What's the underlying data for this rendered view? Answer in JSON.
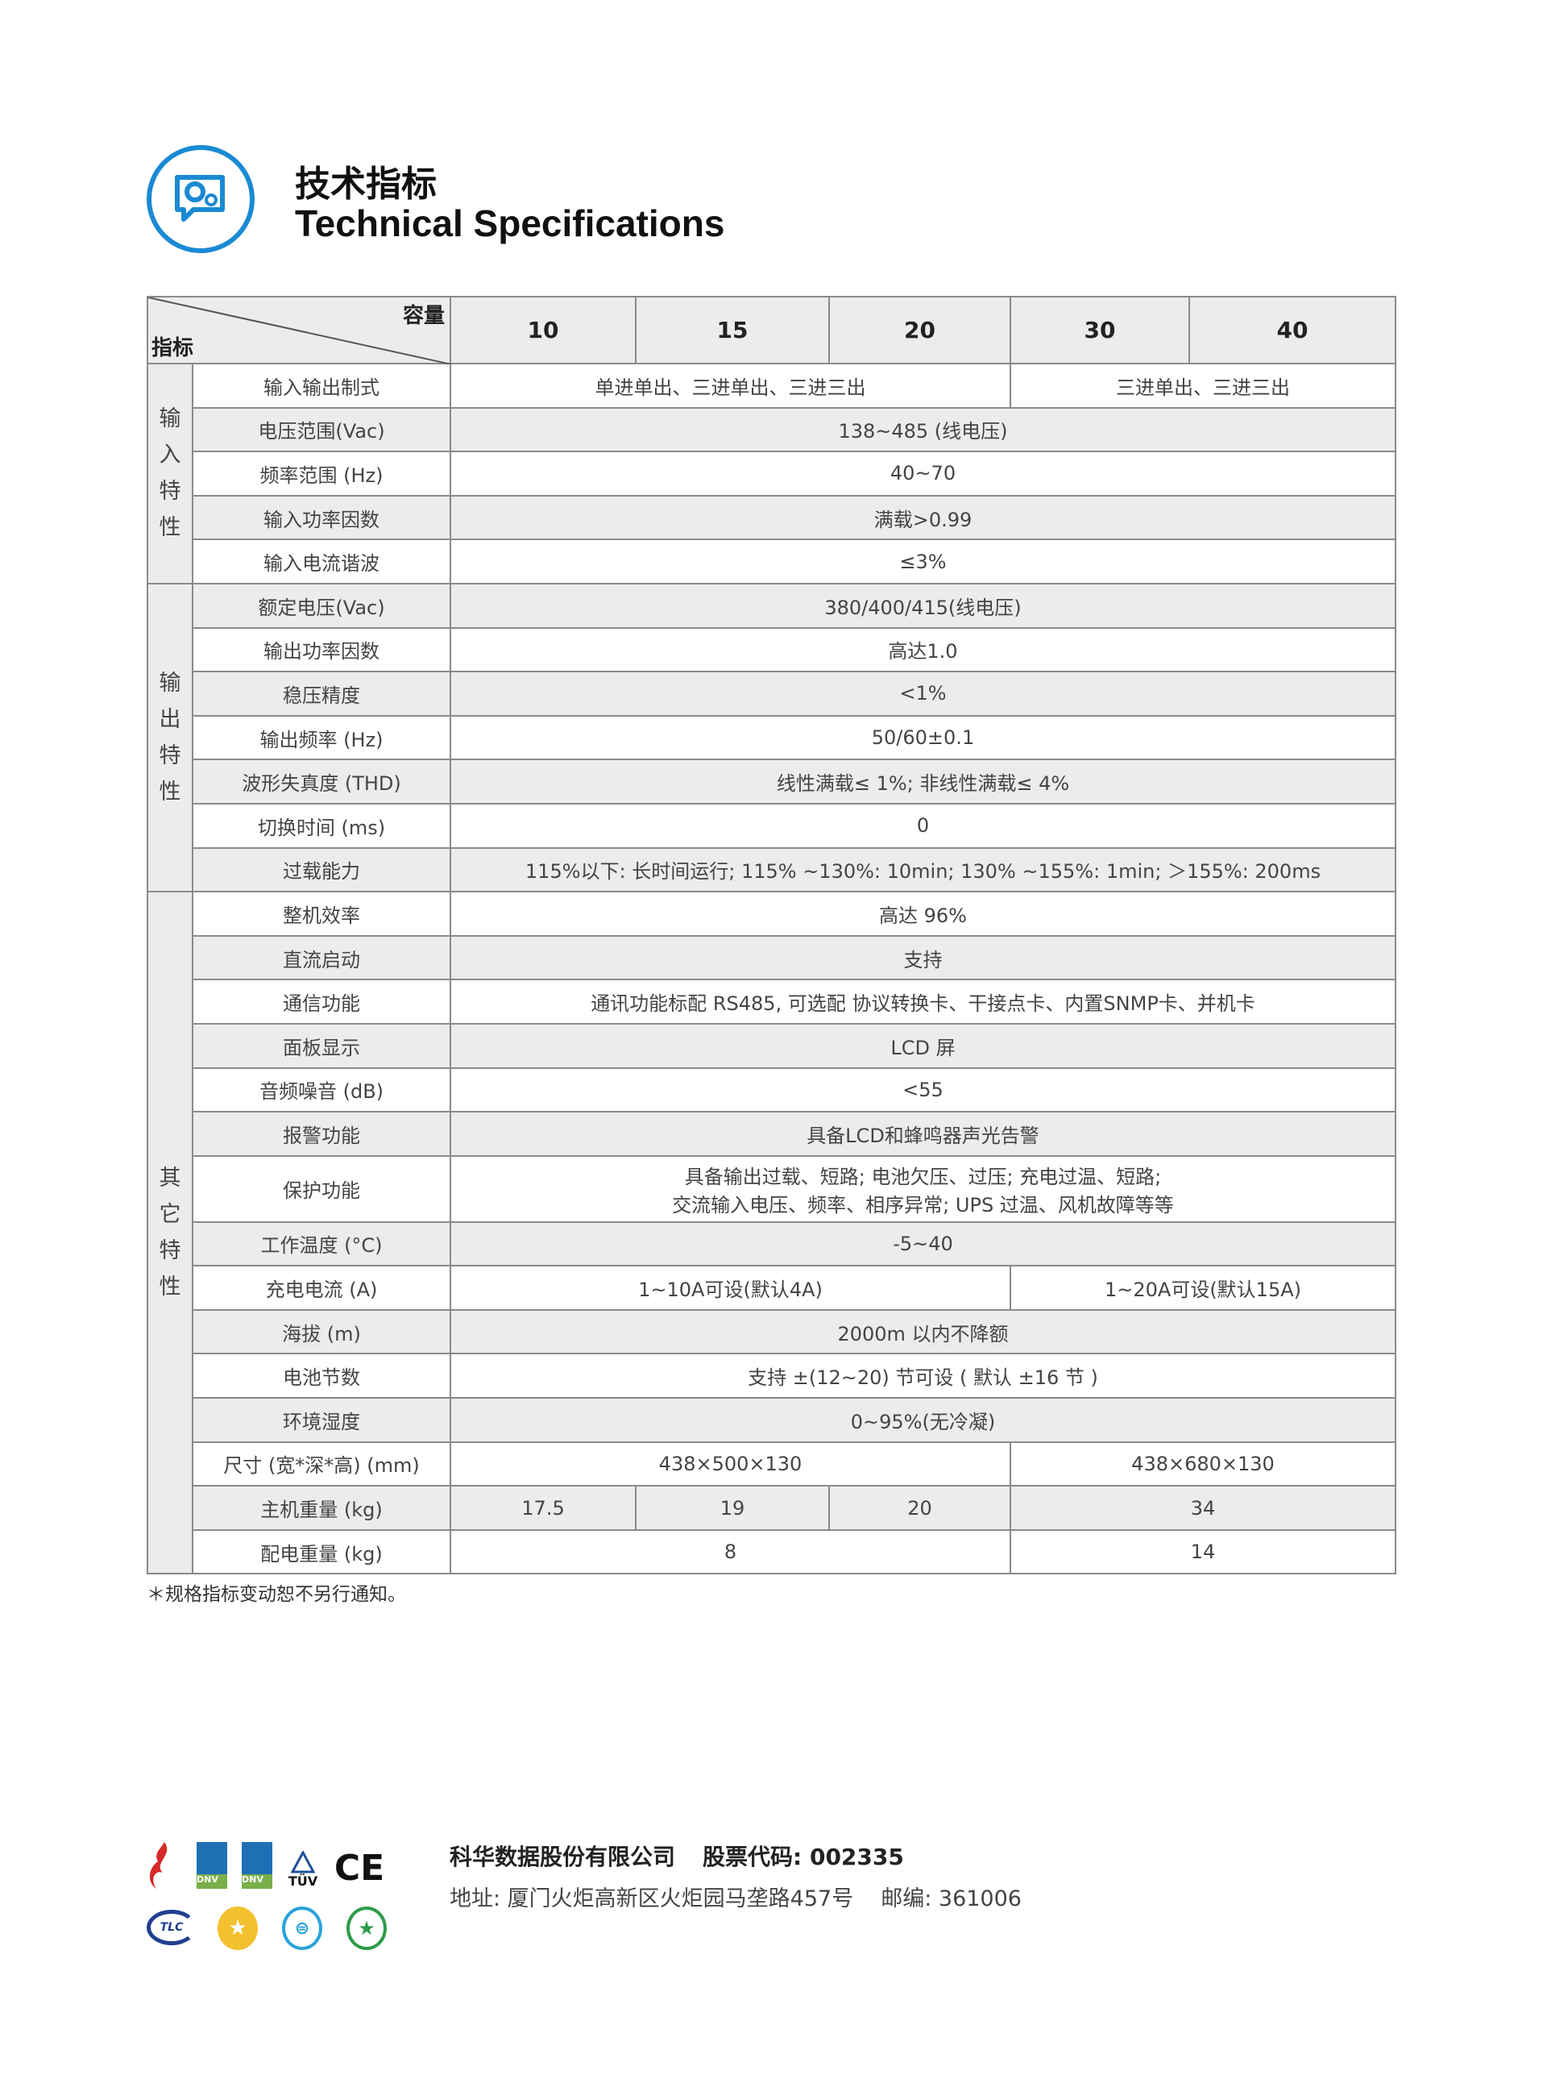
{
  "header": {
    "title_cn": "技术指标",
    "title_en": "Technical Specifications",
    "icon": "gear-chat-icon",
    "accent": "#1a8ad4"
  },
  "table": {
    "corner_capacity": "容量",
    "corner_indicator": "指标",
    "columns": [
      "10",
      "15",
      "20",
      "30",
      "40"
    ],
    "groups": [
      {
        "label": [
          "输",
          "入",
          "特",
          "性"
        ],
        "rows": [
          {
            "label": "输入输出制式",
            "cells": [
              {
                "t": "单进单出、三进单出、三进三出",
                "s": 3
              },
              {
                "t": "三进单出、三进三出",
                "s": 2
              }
            ]
          },
          {
            "label": "电压范围(Vac)",
            "cells": [
              {
                "t": "138~485 (线电压)",
                "s": 5
              }
            ]
          },
          {
            "label": "频率范围 (Hz)",
            "cells": [
              {
                "t": "40~70",
                "s": 5
              }
            ]
          },
          {
            "label": "输入功率因数",
            "cells": [
              {
                "t": "满载>0.99",
                "s": 5
              }
            ]
          },
          {
            "label": "输入电流谐波",
            "cells": [
              {
                "t": "≤3%",
                "s": 5
              }
            ]
          }
        ]
      },
      {
        "label": [
          "输",
          "出",
          "特",
          "性"
        ],
        "rows": [
          {
            "label": "额定电压(Vac)",
            "cells": [
              {
                "t": "380/400/415(线电压)",
                "s": 5
              }
            ]
          },
          {
            "label": "输出功率因数",
            "cells": [
              {
                "t": "高达1.0",
                "s": 5
              }
            ]
          },
          {
            "label": "稳压精度",
            "cells": [
              {
                "t": "<1%",
                "s": 5
              }
            ]
          },
          {
            "label": "输出频率 (Hz)",
            "cells": [
              {
                "t": "50/60±0.1",
                "s": 5
              }
            ]
          },
          {
            "label": "波形失真度 (THD)",
            "cells": [
              {
                "t": "线性满载≤ 1%; 非线性满载≤ 4%",
                "s": 5
              }
            ]
          },
          {
            "label": "切换时间 (ms)",
            "cells": [
              {
                "t": "0",
                "s": 5
              }
            ]
          },
          {
            "label": "过载能力",
            "cells": [
              {
                "t": "115%以下: 长时间运行; 115% ~130%: 10min; 130% ~155%: 1min; ＞155%: 200ms",
                "s": 5
              }
            ]
          }
        ]
      },
      {
        "label": [
          "其",
          "它",
          "特",
          "性"
        ],
        "rows": [
          {
            "label": "整机效率",
            "cells": [
              {
                "t": "高达 96%",
                "s": 5
              }
            ]
          },
          {
            "label": "直流启动",
            "cells": [
              {
                "t": "支持",
                "s": 5
              }
            ]
          },
          {
            "label": "通信功能",
            "cells": [
              {
                "t": "通讯功能标配 RS485, 可选配 协议转换卡、干接点卡、内置SNMP卡、并机卡",
                "s": 5
              }
            ]
          },
          {
            "label": "面板显示",
            "cells": [
              {
                "t": "LCD 屏",
                "s": 5
              }
            ]
          },
          {
            "label": "音频噪音 (dB)",
            "cells": [
              {
                "t": "<55",
                "s": 5
              }
            ]
          },
          {
            "label": "报警功能",
            "cells": [
              {
                "t": "具备LCD和蜂鸣器声光告警",
                "s": 5
              }
            ]
          },
          {
            "label": "保护功能",
            "tall": true,
            "cells": [
              {
                "t": "具备输出过载、短路; 电池欠压、过压; 充电过温、短路;",
                "t2": "交流输入电压、频率、相序异常; UPS 过温、风机故障等等",
                "s": 5
              }
            ]
          },
          {
            "label": "工作温度 (°C)",
            "cells": [
              {
                "t": "-5~40",
                "s": 5
              }
            ]
          },
          {
            "label": "充电电流 (A)",
            "cells": [
              {
                "t": "1~10A可设(默认4A)",
                "s": 3
              },
              {
                "t": "1~20A可设(默认15A)",
                "s": 2
              }
            ]
          },
          {
            "label": "海拔 (m)",
            "cells": [
              {
                "t": "2000m 以内不降额",
                "s": 5
              }
            ]
          },
          {
            "label": "电池节数",
            "cells": [
              {
                "t": "支持 ±(12~20) 节可设 ( 默认 ±16 节 )",
                "s": 5
              }
            ]
          },
          {
            "label": "环境湿度",
            "cells": [
              {
                "t": "0~95%(无冷凝)",
                "s": 5
              }
            ]
          },
          {
            "label": "尺寸 (宽*深*高) (mm)",
            "cells": [
              {
                "t": "438×500×130",
                "s": 3
              },
              {
                "t": "438×680×130",
                "s": 2
              }
            ]
          },
          {
            "label": "主机重量 (kg)",
            "cells": [
              {
                "t": "17.5",
                "s": 1
              },
              {
                "t": "19",
                "s": 1
              },
              {
                "t": "20",
                "s": 1
              },
              {
                "t": "34",
                "s": 2
              }
            ]
          },
          {
            "label": "配电重量 (kg)",
            "cells": [
              {
                "t": "8",
                "s": 3
              },
              {
                "t": "14",
                "s": 2
              }
            ]
          }
        ]
      }
    ]
  },
  "note": "＊规格指标变动恕不另行通知。",
  "footer": {
    "company": "科华数据股份有限公司",
    "stock": "股票代码: 002335",
    "address": "地址: 厦门火炬高新区火炬园马垄路457号",
    "postcode": "邮编: 361006",
    "logos": {
      "tuv": "TÜV",
      "ce": "CE",
      "dnv": "DNV",
      "tlc": "TLC"
    }
  }
}
